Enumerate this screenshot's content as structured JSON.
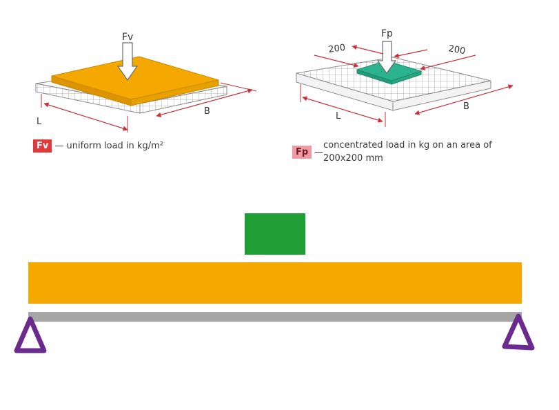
{
  "left_diagram": {
    "force_label": "Fv",
    "dim_length": "L",
    "dim_width": "B"
  },
  "right_diagram": {
    "force_label": "Fp",
    "dim_top_left": "200",
    "dim_top_right": "200",
    "dim_length": "L",
    "dim_width": "B"
  },
  "legend": {
    "uniform_badge": "Fv",
    "uniform_text": "— uniform load in kg/m²",
    "concentrated_badge": "Fp",
    "concentrated_dash": "—",
    "concentrated_text": "concentrated load in kg on an area of 200x200 mm"
  },
  "colors": {
    "uniform_load": "#f5a800",
    "point_load": "#1f9e34",
    "patch_load": "#2bb38f",
    "beam": "#a6a6a6",
    "support": "#6a2a8e",
    "dimension": "#c9303a"
  }
}
